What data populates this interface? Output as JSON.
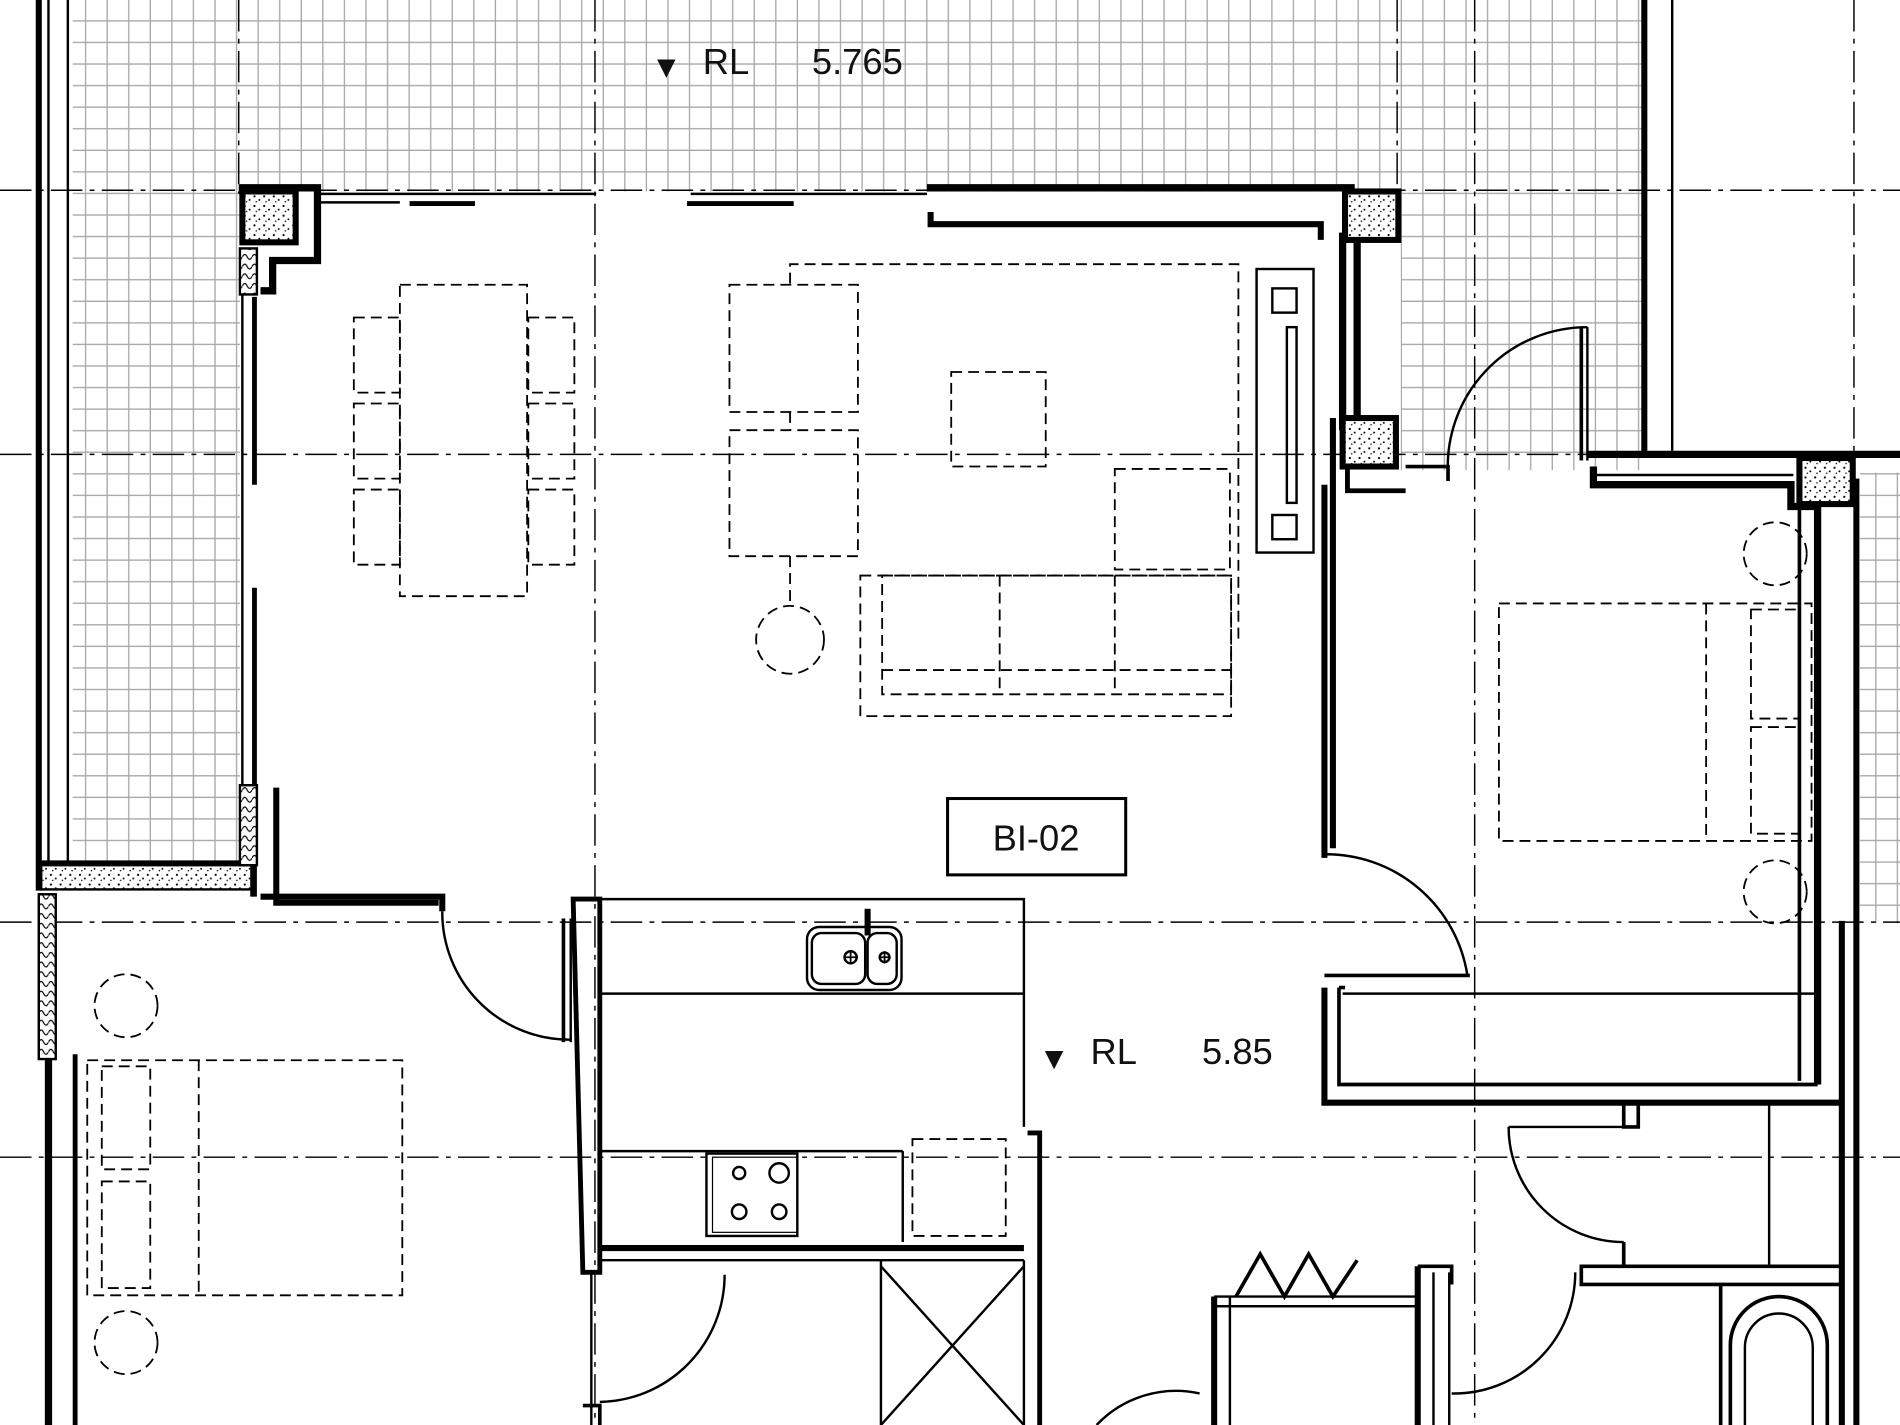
{
  "plan": {
    "unit_tag": "BI-02",
    "levels": {
      "balcony": {
        "marker": "▼",
        "prefix": "RL",
        "value": "5.765"
      },
      "interior": {
        "marker": "▼",
        "prefix": "RL",
        "value": "5.85"
      }
    }
  },
  "colors": {
    "wall": "#000000",
    "hatch_grid": "#a8a8a8",
    "dashed_line": "#000000",
    "paper": "#ffffff"
  }
}
